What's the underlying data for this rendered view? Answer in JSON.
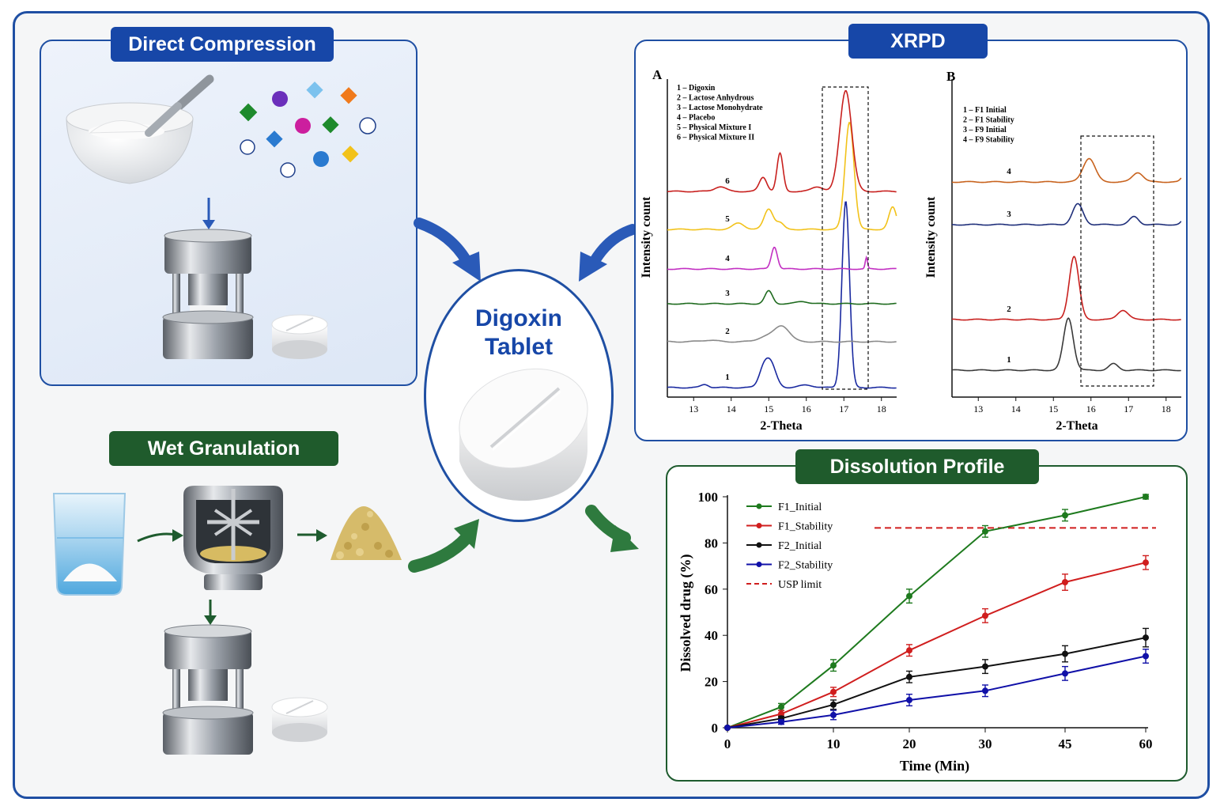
{
  "center": {
    "line1": "Digoxin",
    "line2": "Tablet"
  },
  "direct_compression": {
    "title": "Direct Compression"
  },
  "wet_granulation": {
    "title": "Wet Granulation"
  },
  "xrpd": {
    "title": "XRPD",
    "panel_a": {
      "label": "A",
      "ylabel": "Intensity count",
      "xlabel": "2-Theta",
      "xticks": [
        "13",
        "14",
        "15",
        "16",
        "17",
        "18"
      ],
      "legend": [
        "1 – Digoxin",
        "2 – Lactose Anhydrous",
        "3 – Lactose Monohydrate",
        "4 – Placebo",
        "5 – Physical Mixture I",
        "6 – Physical Mixture II"
      ],
      "curve_labels": [
        "1",
        "2",
        "3",
        "4",
        "5",
        "6"
      ],
      "colors": [
        "#1a2aa0",
        "#8a8a8a",
        "#1f6b1f",
        "#c22fc2",
        "#f2c21a",
        "#c8201e"
      ]
    },
    "panel_b": {
      "label": "B",
      "ylabel": "Intensity count",
      "xlabel": "2-Theta",
      "xticks": [
        "13",
        "14",
        "15",
        "16",
        "17",
        "18"
      ],
      "legend": [
        "1 – F1 Initial",
        "2 – F1 Stability",
        "3 – F9 Initial",
        "4 – F9 Stability"
      ],
      "curve_labels": [
        "1",
        "2",
        "3",
        "4"
      ],
      "colors": [
        "#3a3a3a",
        "#c8201e",
        "#1f2f7a",
        "#c8631e"
      ]
    }
  },
  "dissolution": {
    "title": "Dissolution Profile",
    "chart_data": {
      "type": "line",
      "title": "Dissolution Profile",
      "xlabel": "Time (Min)",
      "ylabel": "Dissolved drug (%)",
      "x": [
        0,
        5,
        10,
        20,
        30,
        45,
        60
      ],
      "xticks": [
        "0",
        "10",
        "20",
        "30",
        "45",
        "60"
      ],
      "yticks": [
        "0",
        "20",
        "40",
        "60",
        "80",
        "100"
      ],
      "ylim": [
        0,
        100
      ],
      "series": [
        {
          "name": "F1_Initial",
          "color": "#1e7a1e",
          "values": [
            0,
            9,
            27,
            57,
            85,
            92,
            100
          ],
          "errors": [
            0,
            1.5,
            2.5,
            3,
            2.5,
            2.5,
            1
          ]
        },
        {
          "name": "F1_Stability",
          "color": "#d01e1e",
          "values": [
            0,
            6,
            15.5,
            33.5,
            48.5,
            63,
            71.5
          ],
          "errors": [
            0,
            1.5,
            2,
            2.5,
            3,
            3.5,
            3
          ]
        },
        {
          "name": "F2_Initial",
          "color": "#111111",
          "values": [
            0,
            4,
            10,
            22,
            26.5,
            32,
            39
          ],
          "errors": [
            0,
            1,
            2,
            2.5,
            3,
            3.5,
            4
          ]
        },
        {
          "name": "F2_Stability",
          "color": "#1010a8",
          "values": [
            0,
            2.5,
            5.5,
            12,
            16,
            23.5,
            31
          ],
          "errors": [
            0,
            1,
            2,
            2.5,
            2.5,
            3,
            3
          ]
        }
      ],
      "reference_line": {
        "name": "USP limit",
        "value": 86.5,
        "color": "#d01e1e",
        "style": "dashed"
      },
      "legend_position": "top-left",
      "grid": false
    }
  }
}
